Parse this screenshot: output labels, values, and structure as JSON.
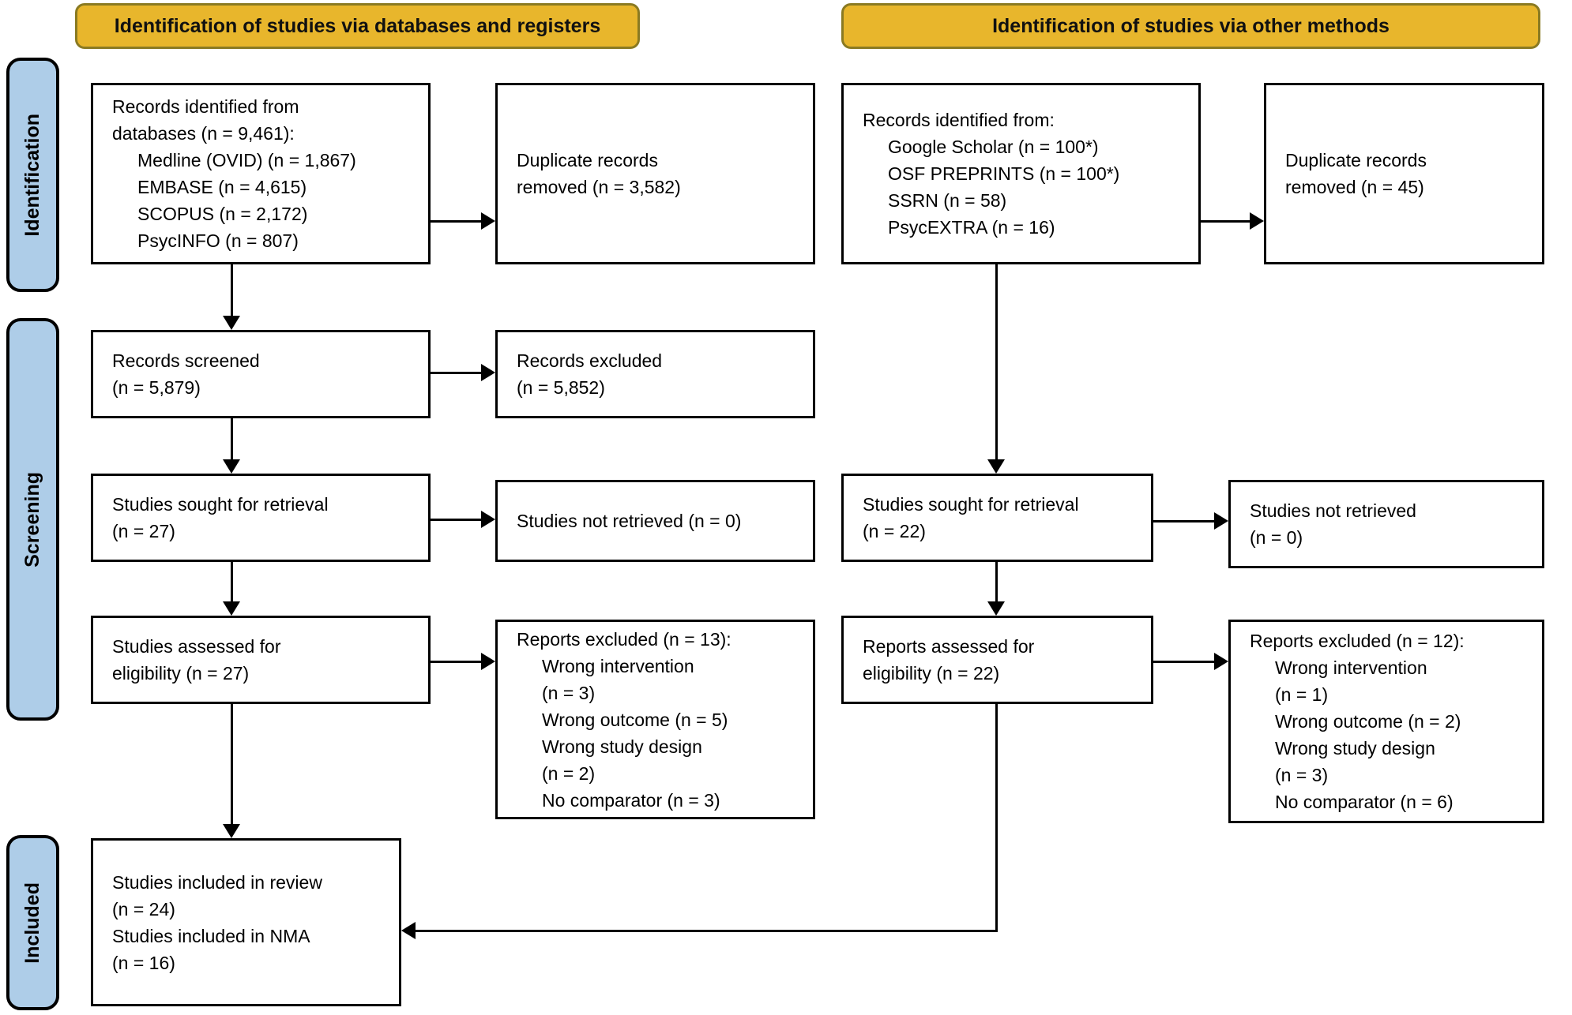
{
  "colors": {
    "banner_fill": "#E8B62C",
    "banner_border": "#8A7A22",
    "banner_text": "#111111",
    "side_fill": "#AECDE8",
    "box_border": "#000000",
    "arrow": "#000000"
  },
  "banners": {
    "databases_registers": "Identification of studies via databases and registers",
    "other_methods": "Identification of studies via other methods"
  },
  "stages": {
    "identification": "Identification",
    "screening": "Screening",
    "included": "Included"
  },
  "left": {
    "records_identified": {
      "lines": [
        {
          "text": "Records identified from",
          "indent": false
        },
        {
          "text": "databases (n = 9,461):",
          "indent": false
        },
        {
          "text": "Medline (OVID) (n = 1,867)",
          "indent": true
        },
        {
          "text": "EMBASE (n = 4,615)",
          "indent": true
        },
        {
          "text": "SCOPUS (n = 2,172)",
          "indent": true
        },
        {
          "text": "PsycINFO (n = 807)",
          "indent": true
        }
      ]
    },
    "duplicates_removed": {
      "lines": [
        {
          "text": "Duplicate records",
          "indent": false
        },
        {
          "text": "removed (n = 3,582)",
          "indent": false
        }
      ]
    },
    "records_screened": {
      "lines": [
        {
          "text": "Records screened",
          "indent": false
        },
        {
          "text": "(n = 5,879)",
          "indent": false
        }
      ]
    },
    "records_excluded": {
      "lines": [
        {
          "text": "Records excluded",
          "indent": false
        },
        {
          "text": "(n = 5,852)",
          "indent": false
        }
      ]
    },
    "sought_retrieval": {
      "lines": [
        {
          "text": "Studies sought for retrieval",
          "indent": false
        },
        {
          "text": "(n = 27)",
          "indent": false
        }
      ]
    },
    "not_retrieved": {
      "lines": [
        {
          "text": "Studies not retrieved (n = 0)",
          "indent": false
        }
      ]
    },
    "assessed_eligibility": {
      "lines": [
        {
          "text": "Studies assessed for",
          "indent": false
        },
        {
          "text": "eligibility (n = 27)",
          "indent": false
        }
      ]
    },
    "reports_excluded": {
      "lines": [
        {
          "text": "Reports excluded (n = 13):",
          "indent": false
        },
        {
          "text": "Wrong intervention",
          "indent": true
        },
        {
          "text": "(n = 3)",
          "indent": true
        },
        {
          "text": "Wrong outcome (n = 5)",
          "indent": true
        },
        {
          "text": "Wrong study design",
          "indent": true
        },
        {
          "text": "(n = 2)",
          "indent": true
        },
        {
          "text": "No comparator (n = 3)",
          "indent": true
        }
      ]
    },
    "included_studies": {
      "lines": [
        {
          "text": "Studies included in review",
          "indent": false
        },
        {
          "text": "(n = 24)",
          "indent": false
        },
        {
          "text": "Studies included in NMA",
          "indent": false
        },
        {
          "text": "(n = 16)",
          "indent": false
        }
      ]
    }
  },
  "right": {
    "records_identified": {
      "lines": [
        {
          "text": "Records identified from:",
          "indent": false
        },
        {
          "text": "Google Scholar (n = 100*)",
          "indent": true
        },
        {
          "text": "OSF PREPRINTS (n = 100*)",
          "indent": true
        },
        {
          "text": "SSRN (n = 58)",
          "indent": true
        },
        {
          "text": "PsycEXTRA (n = 16)",
          "indent": true
        }
      ]
    },
    "duplicates_removed": {
      "lines": [
        {
          "text": "Duplicate records",
          "indent": false
        },
        {
          "text": "removed (n = 45)",
          "indent": false
        }
      ]
    },
    "sought_retrieval": {
      "lines": [
        {
          "text": "Studies sought for retrieval",
          "indent": false
        },
        {
          "text": "(n = 22)",
          "indent": false
        }
      ]
    },
    "not_retrieved": {
      "lines": [
        {
          "text": "Studies not retrieved",
          "indent": false
        },
        {
          "text": "(n = 0)",
          "indent": false
        }
      ]
    },
    "assessed_eligibility": {
      "lines": [
        {
          "text": "Reports assessed for",
          "indent": false
        },
        {
          "text": "eligibility (n = 22)",
          "indent": false
        }
      ]
    },
    "reports_excluded": {
      "lines": [
        {
          "text": "Reports excluded (n = 12):",
          "indent": false
        },
        {
          "text": "Wrong intervention",
          "indent": true
        },
        {
          "text": "(n = 1)",
          "indent": true
        },
        {
          "text": "Wrong outcome (n = 2)",
          "indent": true
        },
        {
          "text": "Wrong study design",
          "indent": true
        },
        {
          "text": "(n = 3)",
          "indent": true
        },
        {
          "text": "No comparator (n = 6)",
          "indent": true
        }
      ]
    }
  }
}
